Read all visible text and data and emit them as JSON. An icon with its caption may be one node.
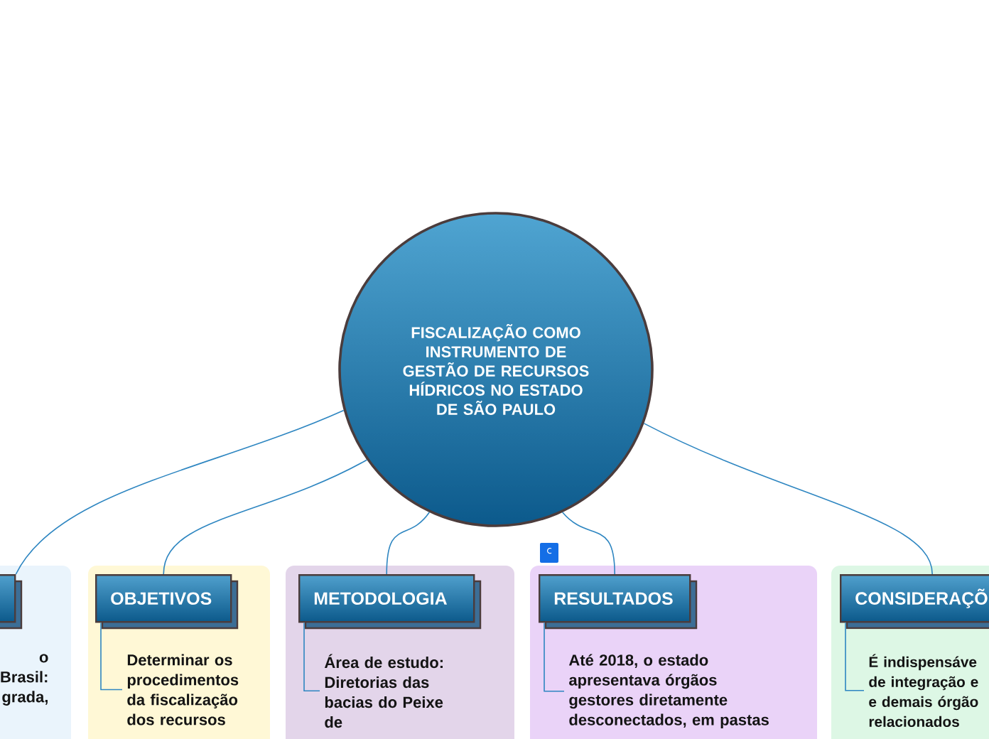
{
  "diagram": {
    "nodes": [
      {
        "text": [
          "FISCALIZAÇÃO COMO INSTRUMENTO DE GESTÃO DE RECURSOS HÍDRICOS NO ESTADO DE SÃO PAULO"
        ]
      },
      {
        "text": [],
        "shape": "box"
      },
      {
        "text": [
          "o Brasil: grada,"
        ]
      },
      {
        "text": [
          "OBJETIVOS"
        ]
      },
      {
        "text": [
          "Determinar os procedimentos da fiscalização dos recursos"
        ]
      },
      {
        "text": [
          "METODOLOGIA"
        ]
      },
      {
        "text": [
          "Área de estudo: Diretorias das bacias do Peixe de"
        ]
      },
      {
        "text": [
          "RESULTADOS"
        ]
      },
      {
        "text": [
          "Até 2018, o estado apresentava órgãos gestores diretamente desconectados, em pastas"
        ]
      },
      {
        "text": [
          "CONSIDERAÇÕ"
        ]
      },
      {
        "text": [
          "É indispensáve de integração e e demais órgão relacionados"
        ]
      }
    ],
    "edges": [
      {
        "from": 0,
        "to": 1,
        "arrow": "none"
      },
      {
        "from": 0,
        "to": 3,
        "arrow": "none"
      },
      {
        "from": 0,
        "to": 5,
        "arrow": "none"
      },
      {
        "from": 0,
        "to": 7,
        "arrow": "none"
      },
      {
        "from": 0,
        "to": 9,
        "arrow": "none"
      },
      {
        "from": 3,
        "to": 4,
        "arrow": "none"
      },
      {
        "from": 5,
        "to": 6,
        "arrow": "none"
      },
      {
        "from": 7,
        "to": 8,
        "arrow": "none"
      },
      {
        "from": 9,
        "to": 10,
        "arrow": "none"
      }
    ]
  }
}
